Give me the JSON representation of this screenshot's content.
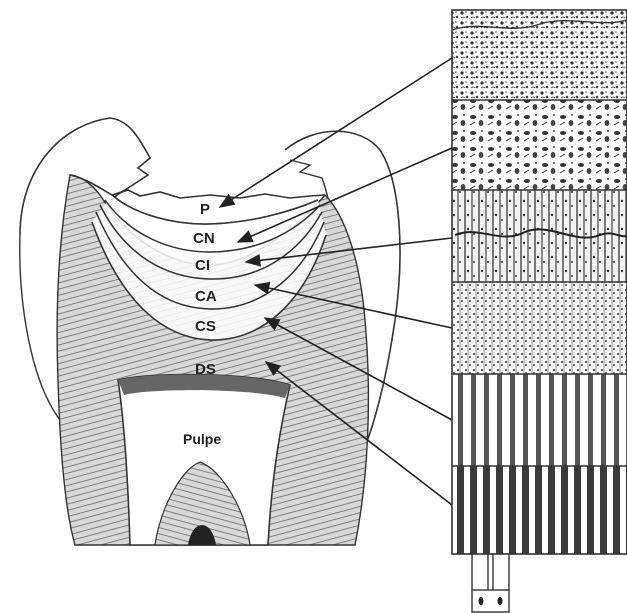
{
  "diagram": {
    "zone_labels": {
      "p": "P",
      "cn": "CN",
      "ci": "CI",
      "ca": "CA",
      "cs": "CS",
      "ds": "DS"
    },
    "pulp_label": "Pulpe"
  },
  "colors": {
    "ink": "#222222",
    "dentin_fill": "#bdbdbd",
    "pulp_fill": "#ffffff",
    "background": "#ffffff"
  }
}
